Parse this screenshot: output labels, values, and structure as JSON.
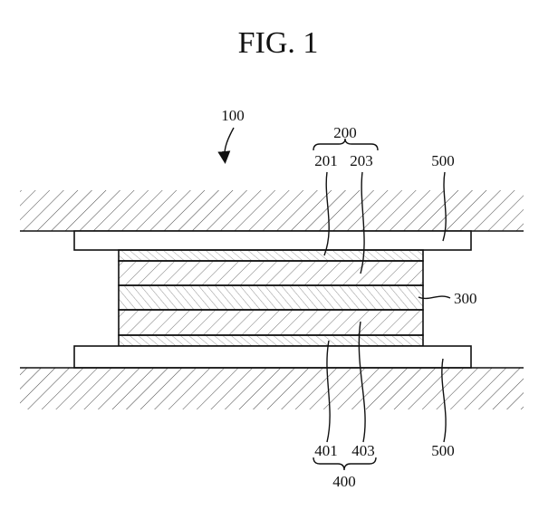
{
  "figure": {
    "title": "FIG. 1"
  },
  "labels": {
    "device": "100",
    "upper_group": "200",
    "upper_a": "201",
    "upper_b": "203",
    "middle": "300",
    "lower_a": "401",
    "lower_b": "403",
    "lower_group": "400",
    "plate_top": "500",
    "plate_bottom": "500"
  }
}
